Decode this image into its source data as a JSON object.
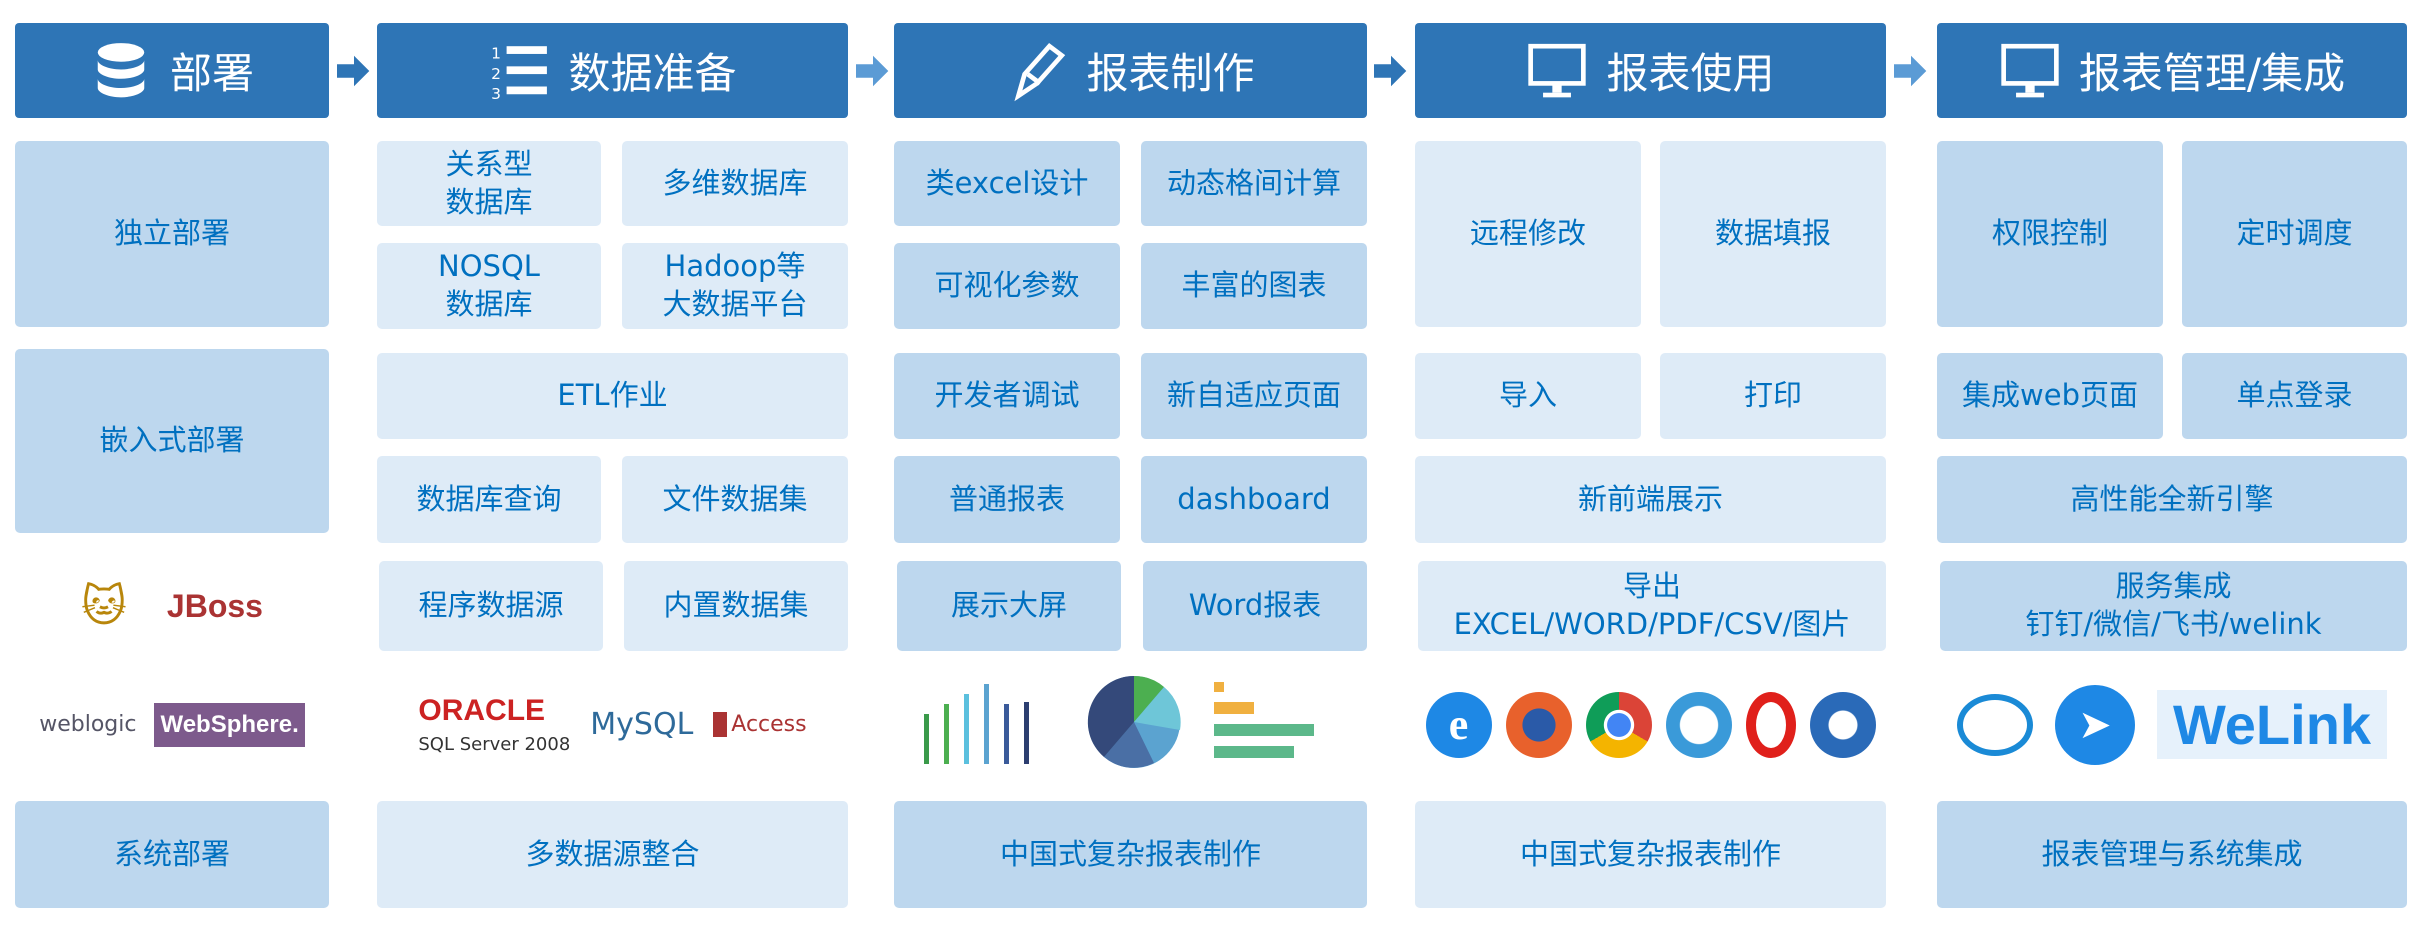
{
  "headers": [
    "部署",
    "数据准备",
    "报表制作",
    "报表使用",
    "报表管理/集成"
  ],
  "col1": {
    "tiles": [
      "独立部署",
      "嵌入式部署"
    ],
    "logos": [
      "JBoss",
      "weblogic",
      "WebSphere."
    ],
    "footer": "系统部署"
  },
  "col2": {
    "tiles": [
      "关系型\n数据库",
      "多维数据库",
      "NOSQL\n数据库",
      "Hadoop等\n大数据平台",
      "ETL作业",
      "数据库查询",
      "文件数据集",
      "程序数据源",
      "内置数据集"
    ],
    "logos": [
      "ORACLE",
      "SQL Server 2008",
      "MySQL",
      "Access"
    ],
    "footer": "多数据源整合"
  },
  "col3": {
    "tiles": [
      "类excel设计",
      "动态格间计算",
      "可视化参数",
      "丰富的图表",
      "开发者调试",
      "新自适应页面",
      "普通报表",
      "dashboard",
      "展示大屏",
      "Word报表"
    ],
    "footer": "中国式复杂报表制作"
  },
  "col4": {
    "tiles": [
      "远程修改",
      "数据填报",
      "导入",
      "打印",
      "新前端展示",
      "导出\nEXCEL/WORD/PDF/CSV/图片"
    ],
    "footer": "中国式复杂报表制作"
  },
  "col5": {
    "tiles": [
      "权限控制",
      "定时调度",
      "集成web页面",
      "单点登录",
      "高性能全新引擎",
      "服务集成\n钉钉/微信/飞书/welink"
    ],
    "logos": [
      "WeLink"
    ],
    "footer": "报表管理与系统集成"
  },
  "colors": {
    "header": "#2e75b6",
    "tile_dark": "#bdd7ee",
    "tile_light": "#deebf7",
    "text": "#0070c0"
  }
}
